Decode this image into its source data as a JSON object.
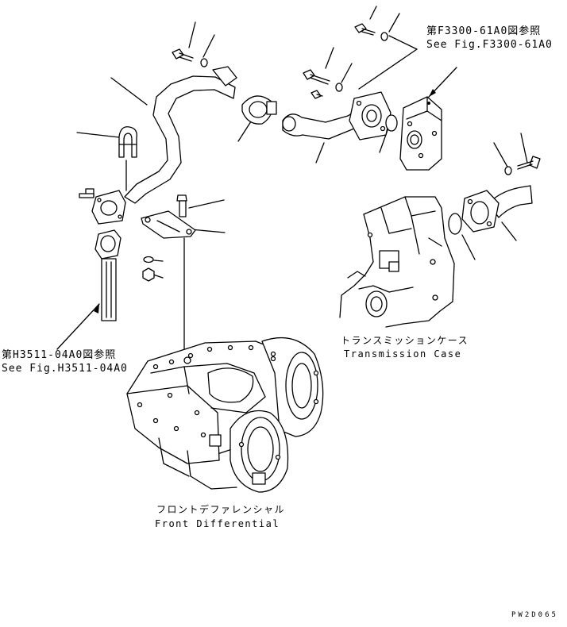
{
  "references": {
    "ref_f3300_jp": "第F3300-61A0図参照",
    "ref_f3300_en": "See Fig.F3300-61A0",
    "ref_h3511_jp": "第H3511-04A0図参照",
    "ref_h3511_en": "See Fig.H3511-04A0"
  },
  "components": {
    "transmission_case_jp": "トランスミッションケース",
    "transmission_case_en": "Transmission Case",
    "front_differential_jp": "フロントデファレンシャル",
    "front_differential_en": "Front Differential"
  },
  "drawing_code": "PW2D065"
}
